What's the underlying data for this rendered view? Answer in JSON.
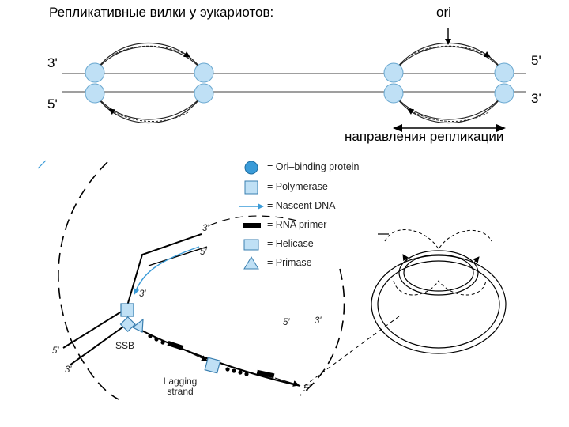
{
  "header": {
    "title": "Репликативные вилки у эукариотов:",
    "ori_label": "ori"
  },
  "strand_ends": {
    "left_top": "3'",
    "left_bottom": "5'",
    "right_top": "5'",
    "right_bottom": "3'"
  },
  "direction_label": "направления репликации",
  "legend": {
    "items": [
      {
        "label": "= Ori–binding protein",
        "icon": "ori-binding-protein-icon"
      },
      {
        "label": "= Polymerase",
        "icon": "polymerase-icon"
      },
      {
        "label": "= Nascent DNA",
        "icon": "nascent-dna-icon"
      },
      {
        "label": "= RNA primer",
        "icon": "rna-primer-icon"
      },
      {
        "label": "= Helicase",
        "icon": "helicase-icon"
      },
      {
        "label": "= Primase",
        "icon": "primase-icon"
      }
    ]
  },
  "fork_labels": {
    "top_3": "3′",
    "top_5": "5′",
    "mid_3": "3′",
    "left_5": "5′",
    "left_3": "3′",
    "right_5": "5′",
    "right_3": "3′",
    "bottom_5": "5′",
    "ssb": "SSB",
    "lagging_line1": "Lagging",
    "lagging_line2": "strand"
  },
  "colors": {
    "protein_fill": "#bfe0f5",
    "protein_stroke": "#6aa8d0",
    "ori_protein": "#3a9bd8",
    "nascent": "#3a9bd8"
  }
}
